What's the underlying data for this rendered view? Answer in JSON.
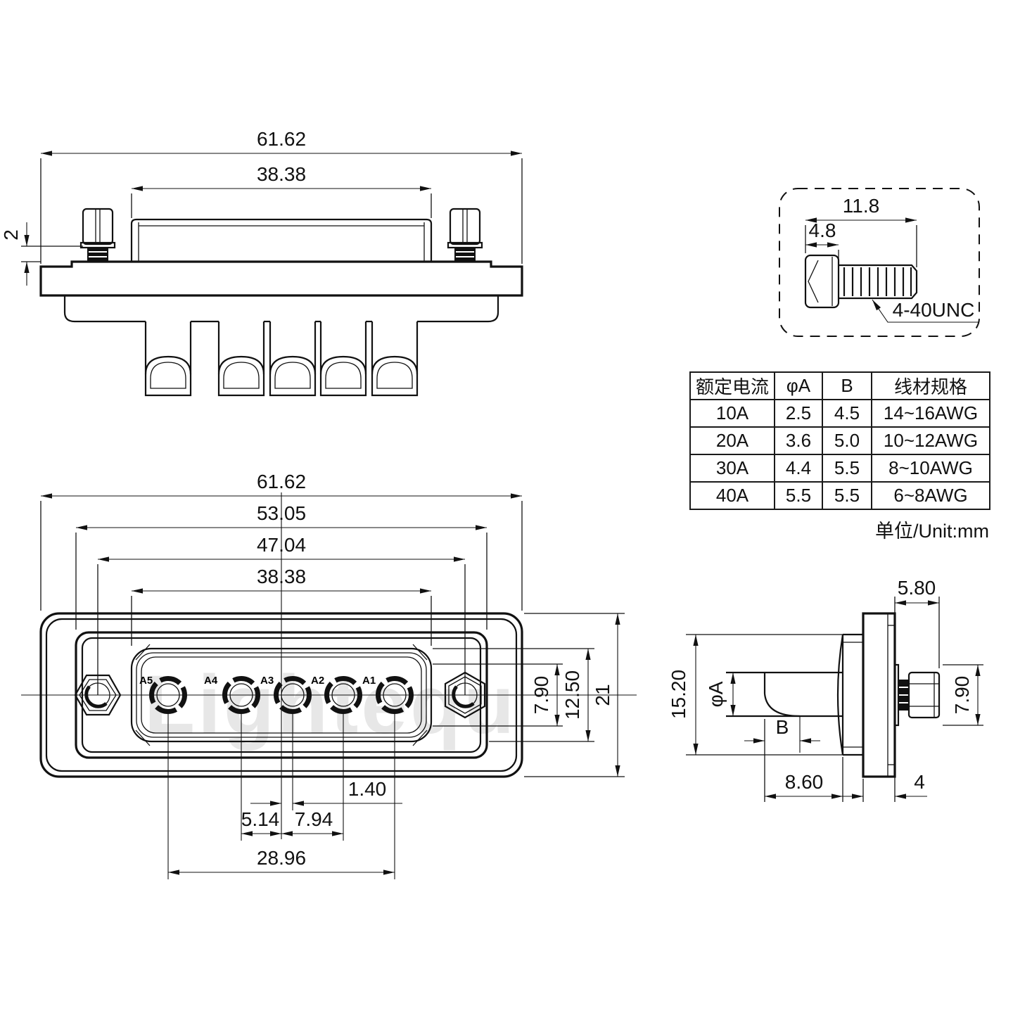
{
  "watermark": "Lightequ",
  "top_view": {
    "dim_overall_width": "61.62",
    "dim_shroud_width": "38.38",
    "dim_screw_standoff": "2"
  },
  "screw_detail": {
    "dim_total_length": "11.8",
    "dim_head_length": "4.8",
    "thread_spec": "4-40UNC"
  },
  "spec_table": {
    "headers": [
      "额定电流",
      "φA",
      "B",
      "线材规格"
    ],
    "rows": [
      [
        "10A",
        "2.5",
        "4.5",
        "14~16AWG"
      ],
      [
        "20A",
        "3.6",
        "5.0",
        "10~12AWG"
      ],
      [
        "30A",
        "4.4",
        "5.5",
        "8~10AWG"
      ],
      [
        "40A",
        "5.5",
        "5.5",
        "6~8AWG"
      ]
    ],
    "unit_note": "单位/Unit:mm"
  },
  "front_view": {
    "dim_overall_width": "61.62",
    "dim_flange_width": "53.05",
    "dim_mount_spacing": "47.04",
    "dim_insert_width": "38.38",
    "dim_contact_row_height": "7.90",
    "dim_insert_height": "12.50",
    "dim_overall_height": "21",
    "dim_a3_offset": "1.40",
    "dim_a4_to_center": "5.14",
    "dim_center_to_a2": "7.94",
    "dim_contact_span": "28.96",
    "pin_labels": [
      "A5",
      "A4",
      "A3",
      "A2",
      "A1"
    ]
  },
  "side_view": {
    "dim_screw_protrusion": "5.80",
    "dim_shell_height": "15.20",
    "dim_boss_height": "7.90",
    "dim_shell_depth": "8.60",
    "dim_flange_thickness": "4",
    "label_contact_dia": "φA",
    "label_hole_depth": "B"
  }
}
